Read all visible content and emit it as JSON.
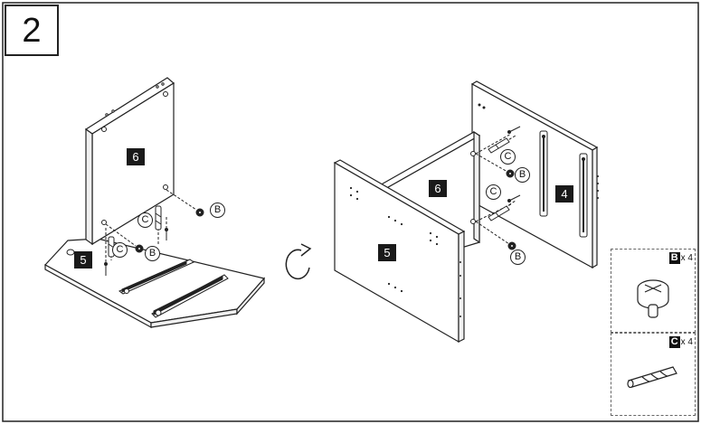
{
  "step": {
    "number": "2"
  },
  "panels": {
    "p6_left": "6",
    "p5_left": "5",
    "p6_right": "6",
    "p5_right": "5",
    "p4_right": "4"
  },
  "callouts": {
    "b": "B",
    "c": "C"
  },
  "legend": {
    "b": {
      "letter": "B",
      "count": "x 4"
    },
    "c": {
      "letter": "C",
      "count": "x 4"
    }
  },
  "icons": {
    "rotate": "rotate-arrow-icon",
    "cam_lock": "cam-lock-icon",
    "dowel": "dowel-icon"
  }
}
